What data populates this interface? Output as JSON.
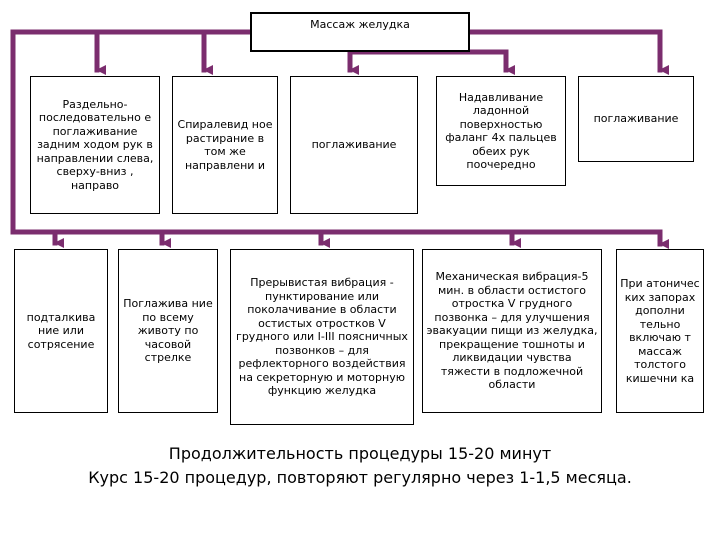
{
  "diagram": {
    "title": "Массаж желудка",
    "row1": [
      "Раздельно-последовательно е поглаживание задним ходом рук в направлении слева, сверху-вниз , направо",
      "Спиралевид ное растирание в том же направлени и",
      "поглаживание",
      "Надавливание ладонной поверхностью фаланг 4х пальцев обеих рук поочередно",
      "поглаживание"
    ],
    "row2": [
      "подталкива ние или сотрясение",
      "Поглажива ние по всему животу по часовой стрелке",
      "Прерывистая вибрация - пунктирование или поколачивание в области остистых отростков V грудного или I-III поясничных позвонков – для рефлекторного воздействия на секреторную и моторную функцию желудка",
      "Механическая вибрация-5 мин. в области остистого отростка V грудного позвонка – для улучшения эвакуации пищи из желудка, прекращение тошноты и ликвидации чувства тяжести в подложечной области",
      "При атоничес ких запорах дополни тельно включаю т массаж толстого кишечни ка"
    ],
    "footer": [
      "Продолжительность процедуры 15-20 минут",
      "Курс 15-20 процедур, повторяют регулярно через 1-1,5 месяца."
    ],
    "colors": {
      "line": "#7b2d6e",
      "border": "#000000"
    }
  }
}
